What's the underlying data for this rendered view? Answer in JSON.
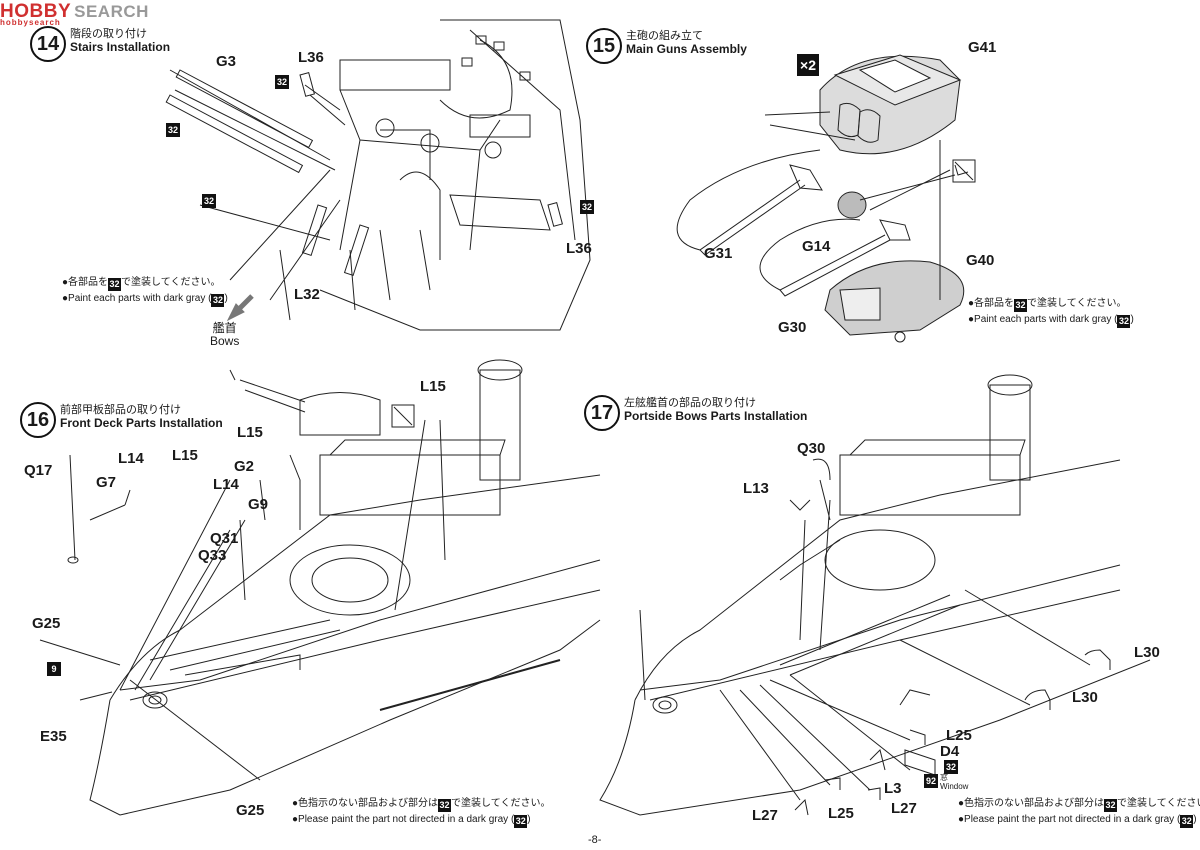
{
  "watermark": {
    "brand": "HOBBY",
    "rest": "SEARCH",
    "sub": "hobbysearch"
  },
  "steps": [
    {
      "num": "14",
      "jp": "階段の取り付け",
      "en": "Stairs Installation"
    },
    {
      "num": "15",
      "jp": "主砲の組み立て",
      "en": "Main Guns Assembly"
    },
    {
      "num": "16",
      "jp": "前部甲板部品の取り付け",
      "en": "Front Deck Parts Installation"
    },
    {
      "num": "17",
      "jp": "左舷艦首の部品の取り付け",
      "en": "Portside Bows Parts Installation"
    }
  ],
  "parts": {
    "s14": [
      "G3",
      "L36",
      "L36",
      "L32"
    ],
    "s15": [
      "G41",
      "G31",
      "G14",
      "G30",
      "G40"
    ],
    "s16": [
      "L15",
      "L15",
      "Q17",
      "L14",
      "L15",
      "G7",
      "G2",
      "L14",
      "G9",
      "Q31",
      "Q33",
      "G25",
      "E35",
      "G25"
    ],
    "s17": [
      "Q30",
      "L13",
      "L30",
      "L30",
      "L25",
      "D4",
      "L3",
      "L27",
      "L25",
      "L27"
    ]
  },
  "badges": {
    "color32": "32",
    "color9": "9",
    "color92": "92"
  },
  "multiplier": "×2",
  "bows": {
    "jp": "艦首",
    "en": "Bows"
  },
  "window": {
    "jp": "窓",
    "en": "Window"
  },
  "notes": {
    "each_jp_pre": "●各部品を",
    "each_jp_post": "で塗装してください。",
    "each_en_pre": "●Paint each parts with dark gray (",
    "each_en_post": ")",
    "none_jp_pre": "●色指示のない部品および部分は",
    "none_jp_post": "で塗装してください。",
    "none_en_pre": "●Please paint the part not directed in a dark gray (",
    "none_en_post": ")"
  },
  "page_number": "-8-"
}
